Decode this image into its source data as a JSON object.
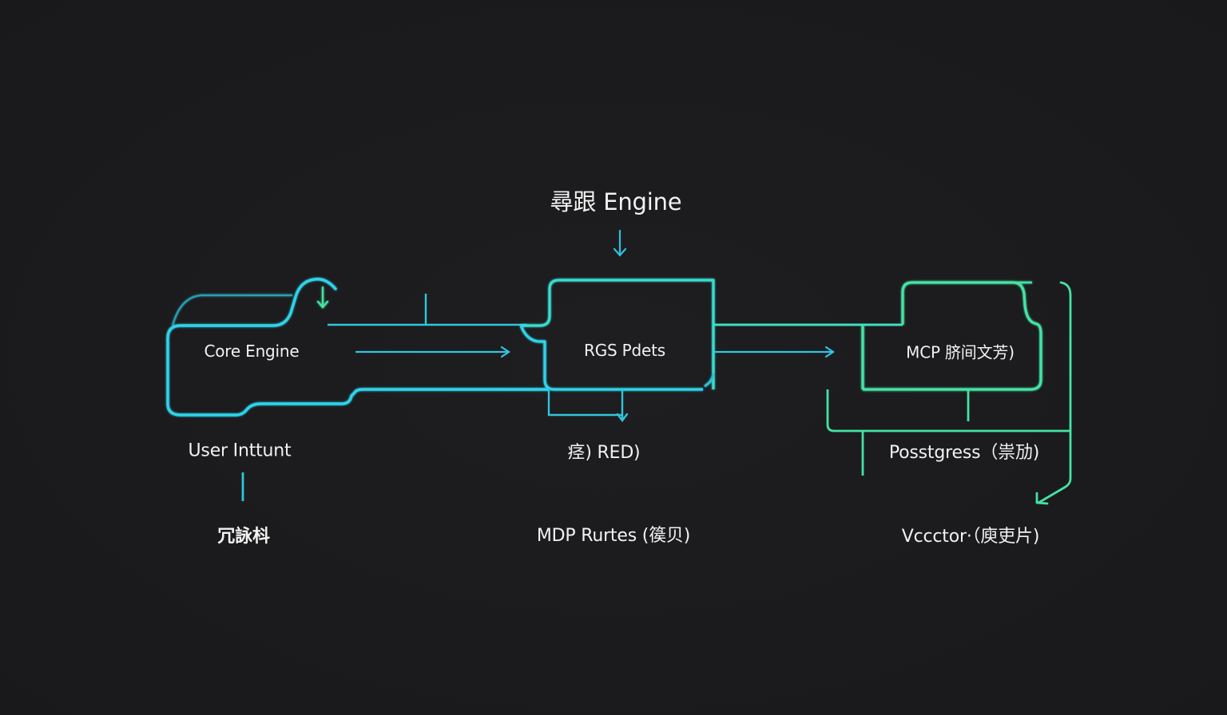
{
  "diagram": {
    "title": "尋跟 Engine",
    "colors": {
      "background": "#1b1b1d",
      "cyan": "#2fd3ea",
      "teal": "#3ee0c0",
      "mint": "#45e3a4",
      "text": "#f2f2f2"
    },
    "nodes": [
      {
        "id": "core",
        "label": "Core Engine"
      },
      {
        "id": "rgs",
        "label": "RGS Pdets"
      },
      {
        "id": "mcp",
        "label": "MCP 脐间文芳)"
      }
    ],
    "labels": {
      "user_intent": "User Inttunt",
      "core_sub": "冗詠枓",
      "rgs_red": "痉)   RED)",
      "mcp_routes": "MDP Rurtes (篌贝)",
      "postgres": "Posstgress（祟劢)",
      "vector": "Vcсctor·（庾吏片)"
    },
    "edges": [
      {
        "from": "title",
        "to": "rgs",
        "type": "arrow-down"
      },
      {
        "from": "core",
        "to": "rgs",
        "type": "arrow-right"
      },
      {
        "from": "rgs",
        "to": "mcp",
        "type": "arrow-right"
      },
      {
        "from": "rgs",
        "to": "rgs_red",
        "type": "arrow-down"
      },
      {
        "from": "mcp",
        "to": "vector",
        "type": "arrow-down-left"
      },
      {
        "from": "core_loop",
        "to": "core",
        "type": "arrow-down"
      }
    ]
  }
}
